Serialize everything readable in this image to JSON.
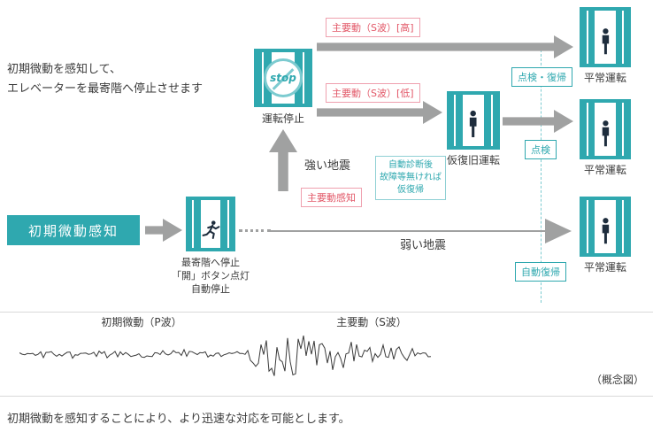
{
  "colors": {
    "teal": "#2fa8af",
    "teal_light": "#7ccbd0",
    "arrow_gray": "#a0a1a1",
    "red": "#e25767",
    "figure": "#1e2d3d"
  },
  "intro": {
    "line1": "初期微動を感知して、",
    "line2": "エレベーターを最寄階へ停止させます"
  },
  "start_box": {
    "label": "初期微動感知"
  },
  "elevators": {
    "nearest": {
      "caption1": "最寄階へ停止",
      "caption2": "「開」ボタン点灯",
      "caption3": "自動停止"
    },
    "stopped": {
      "caption": "運転停止",
      "stop_text": "stop"
    },
    "temp": {
      "caption": "仮復旧運転"
    },
    "normal_top": {
      "caption": "平常運転"
    },
    "normal_mid": {
      "caption": "平常運転"
    },
    "normal_bottom": {
      "caption": "平常運転"
    }
  },
  "labels": {
    "s_high": "主要動（S波）[高]",
    "s_low": "主要動（S波）[低]",
    "strong": "強い地震",
    "main_detect": "主要動感知",
    "weak": "弱い地震",
    "inspect_return": "点検・復帰",
    "inspect": "点検",
    "auto_return": "自動復帰",
    "note1": "自動診断後",
    "note2": "故障等無ければ",
    "note3": "仮復帰"
  },
  "wave": {
    "p_label": "初期微動（P波）",
    "s_label": "主要動（S波）"
  },
  "footer": {
    "concept": "（概念図）",
    "summary": "初期微動を感知することにより、より迅速な対応を可能とします。"
  }
}
